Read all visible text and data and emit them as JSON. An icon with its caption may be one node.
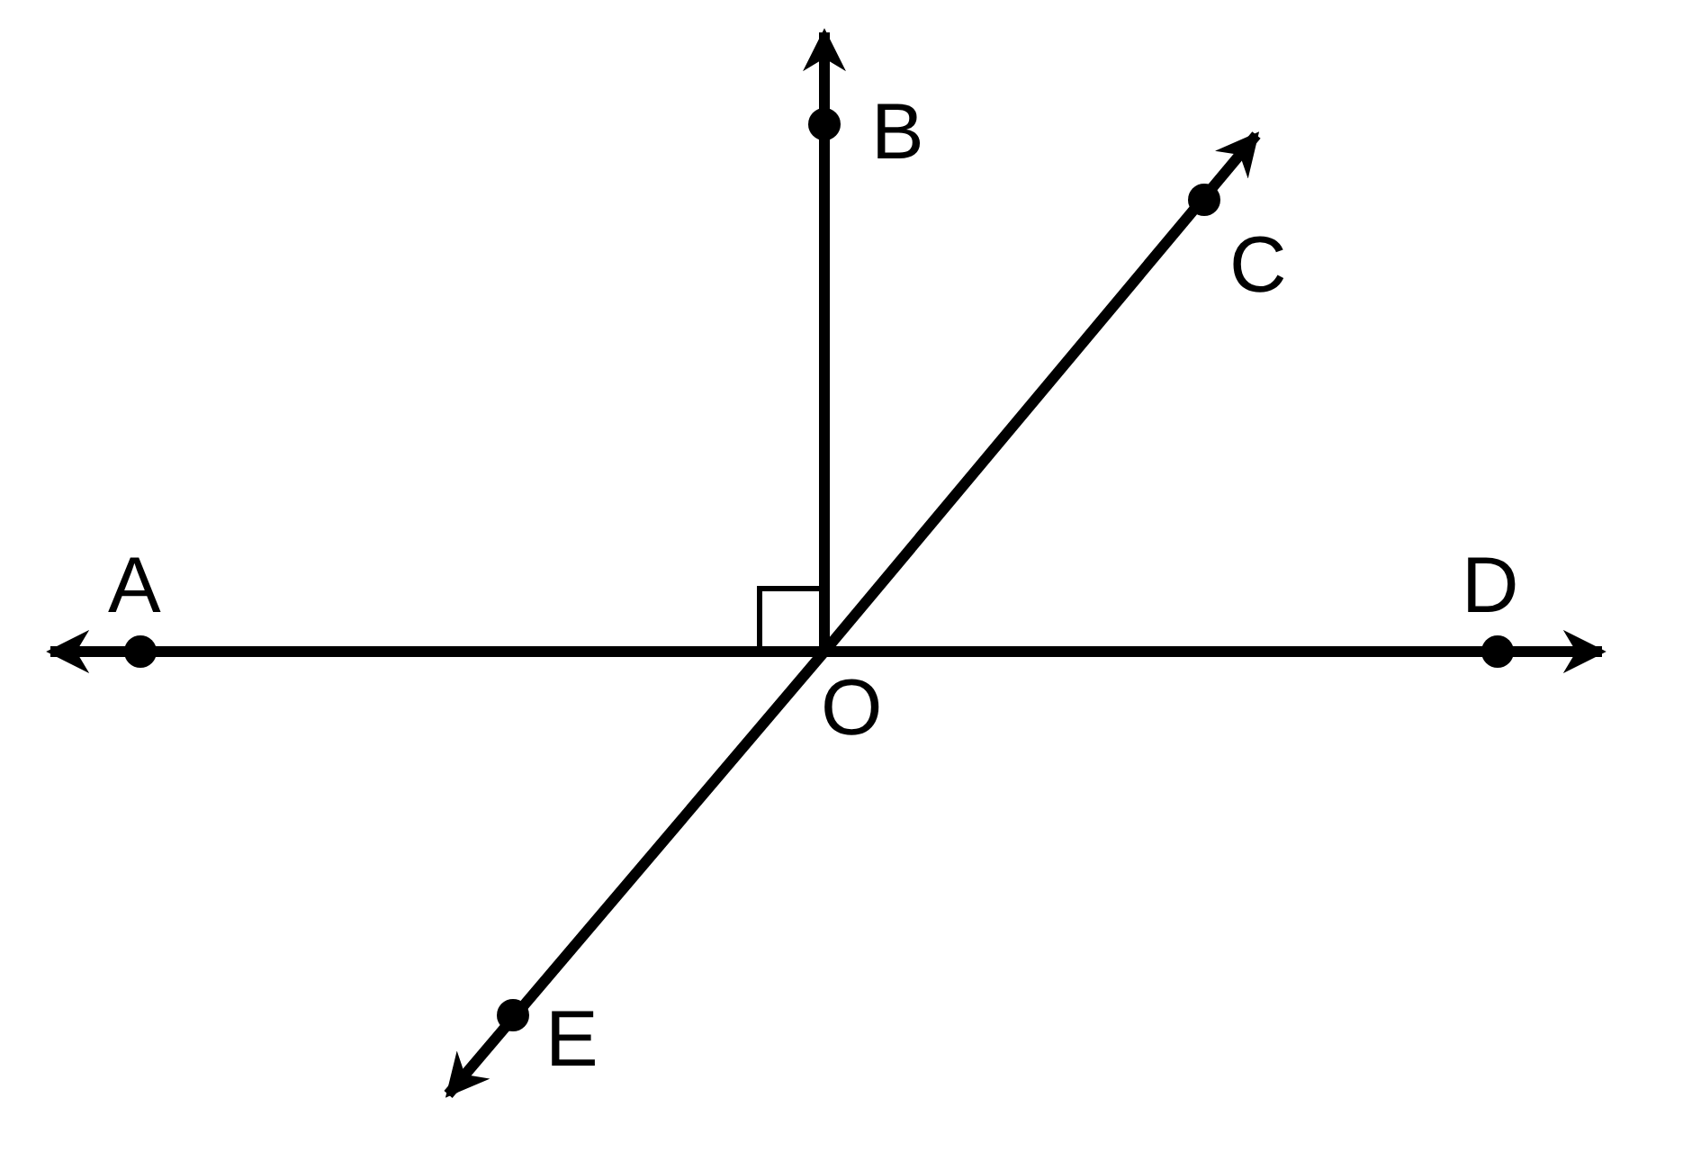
{
  "diagram": {
    "nodes": [
      {
        "text": [
          "A"
        ]
      },
      {
        "text": [
          "B"
        ]
      },
      {
        "text": [
          "C"
        ]
      },
      {
        "text": [
          "D"
        ]
      },
      {
        "text": [
          "O"
        ]
      },
      {
        "text": [
          "E"
        ]
      }
    ],
    "edges": [
      {
        "from": 4,
        "to": 0,
        "arrow": "to"
      },
      {
        "from": 4,
        "to": 1,
        "arrow": "to"
      },
      {
        "from": 4,
        "to": 2,
        "arrow": "to"
      },
      {
        "from": 4,
        "to": 3,
        "arrow": "to"
      },
      {
        "from": 4,
        "to": 5,
        "arrow": "to"
      }
    ]
  }
}
